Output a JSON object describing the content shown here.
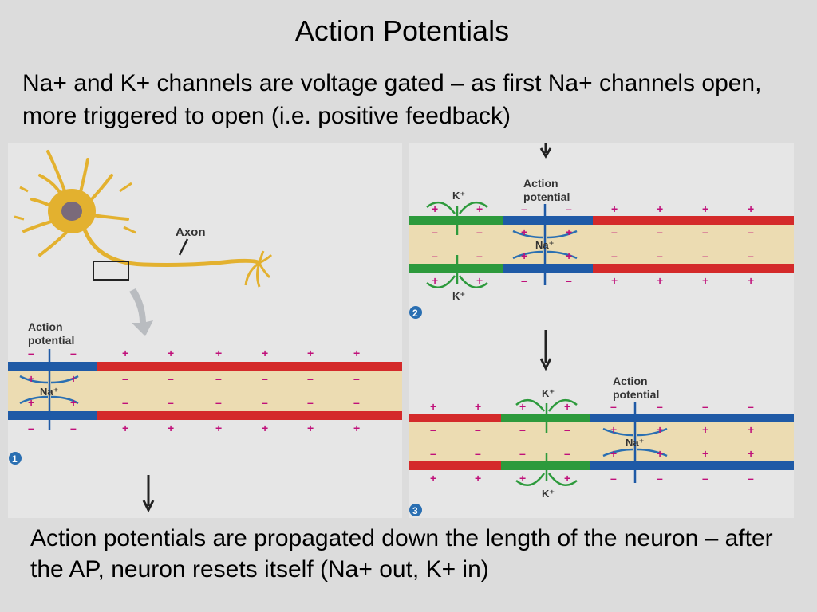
{
  "slide": {
    "title": "Action Potentials",
    "intro": "Na+ and K+ channels are voltage gated – as first Na+ channels open, more triggered to open (i.e. positive feedback)",
    "outro": "Action potentials are propagated down the length of the neuron – after the AP, neuron resets itself (Na+ out, K+ in)"
  },
  "diagram": {
    "axon_label": "Axon",
    "ap_label_line1": "Action",
    "ap_label_line2": "potential",
    "na_label": "Na⁺",
    "k_label": "K⁺",
    "plus": "+",
    "minus": "–",
    "steps": [
      "1",
      "2",
      "3"
    ]
  },
  "colors": {
    "red_membrane": "#d42a2a",
    "blue_membrane": "#1f5aa6",
    "green_membrane": "#2d9a3c",
    "cytoplasm": "#ecdcb2",
    "plus": "#c0107a",
    "minus": "#c0107a",
    "neuron": "#e3b12f",
    "arrow_na": "#2a6fb2",
    "arrow_k": "#2d9a3c"
  }
}
